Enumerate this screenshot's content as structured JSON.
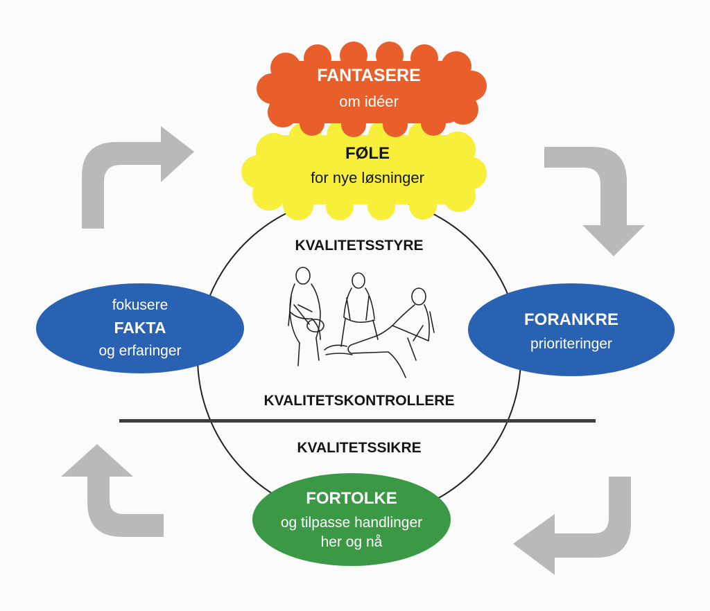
{
  "colors": {
    "fantasere": "#e85f2b",
    "fole": "#f7ef3a",
    "blue": "#2a62b3",
    "green": "#3b9845",
    "arrow": "#b9b9b9",
    "circle_line": "#222222",
    "divider": "#3d3d3d"
  },
  "fantasere": {
    "title": "FANTASERE",
    "sub": "om idéer"
  },
  "fole": {
    "title": "FØLE",
    "sub": "for nye løsninger"
  },
  "fokusere": {
    "pre": "fokusere",
    "title": "FAKTA",
    "sub": "og erfaringer"
  },
  "forankre": {
    "title": "FORANKRE",
    "sub": "prioriteringer"
  },
  "fortolke": {
    "title": "FORTOLKE",
    "sub1": "og tilpasse handlinger",
    "sub2": "her og nå"
  },
  "circle": {
    "top_label": "KVALITETSSTYRE",
    "middle_label": "KVALITETSKONTROLLERE",
    "bottom_label": "KVALITETSSIKRE"
  },
  "illustration": {
    "icon": "people-sketch-icon"
  },
  "arrows": [
    "curved-arrow-right-icon",
    "curved-arrow-down-icon",
    "curved-arrow-left-icon",
    "curved-arrow-up-icon"
  ]
}
